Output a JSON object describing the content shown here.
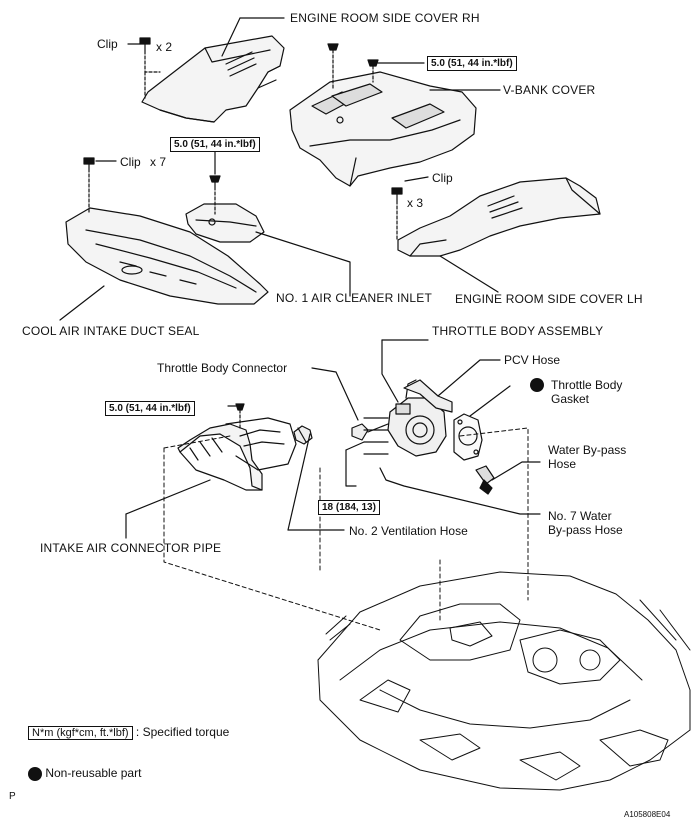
{
  "labels": {
    "side_cover_rh": "ENGINE ROOM SIDE COVER RH",
    "v_bank_cover": "V-BANK COVER",
    "side_cover_lh": "ENGINE ROOM SIDE COVER LH",
    "air_cleaner_inlet": "NO. 1 AIR CLEANER INLET",
    "cool_air_seal": "COOL AIR INTAKE DUCT SEAL",
    "throttle_body_assembly": "THROTTLE BODY ASSEMBLY",
    "throttle_body_connector": "Throttle Body Connector",
    "pcv_hose": "PCV Hose",
    "throttle_body_gasket_line1": "Throttle Body",
    "throttle_body_gasket_line2": "Gasket",
    "water_bypass_hose_line1": "Water By-pass",
    "water_bypass_hose_line2": "Hose",
    "no7_water_bypass_line1": "No. 7 Water",
    "no7_water_bypass_line2": "By-pass Hose",
    "no2_ventilation_hose": "No. 2 Ventilation Hose",
    "intake_air_connector_pipe": "INTAKE AIR CONNECTOR PIPE"
  },
  "clips": {
    "rh": {
      "label": "Clip",
      "qty": "x 2"
    },
    "seal": {
      "label": "Clip",
      "qty": "x 7"
    },
    "lh": {
      "label": "Clip",
      "qty": "x 3"
    }
  },
  "torques": {
    "v_bank": "5.0 (51, 44 in.*lbf)",
    "air_cleaner": "5.0 (51, 44 in.*lbf)",
    "intake_pipe": "5.0 (51, 44 in.*lbf)",
    "throttle": "18 (184, 13)"
  },
  "legend": {
    "torque_box": "N*m (kgf*cm, ft.*lbf)",
    "torque_text": ": Specified torque",
    "nonreusable_text": "Non-reusable part"
  },
  "footer": {
    "left": "P",
    "right": "A105808E04"
  }
}
